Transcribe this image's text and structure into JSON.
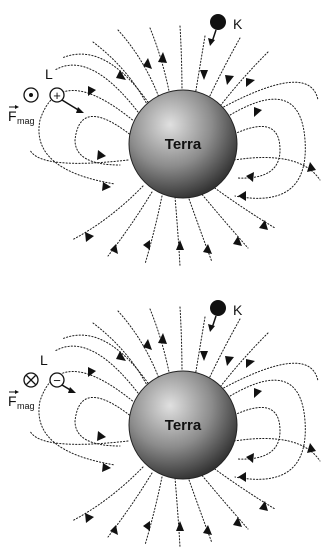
{
  "panels": [
    {
      "earth_label": "Terra",
      "particle_k": "K",
      "particle_l": "L",
      "l_charge": "+",
      "force_direction": "out-of-page",
      "force_label_main": "F",
      "force_label_sub": "mag"
    },
    {
      "earth_label": "Terra",
      "particle_k": "K",
      "particle_l": "L",
      "l_charge": "−",
      "force_direction": "into-page",
      "force_label_main": "F",
      "force_label_sub": "mag"
    }
  ],
  "colors": {
    "line": "#1a1a1a",
    "earth_light": "#d8d8d8",
    "earth_dark": "#3a3a3a"
  }
}
